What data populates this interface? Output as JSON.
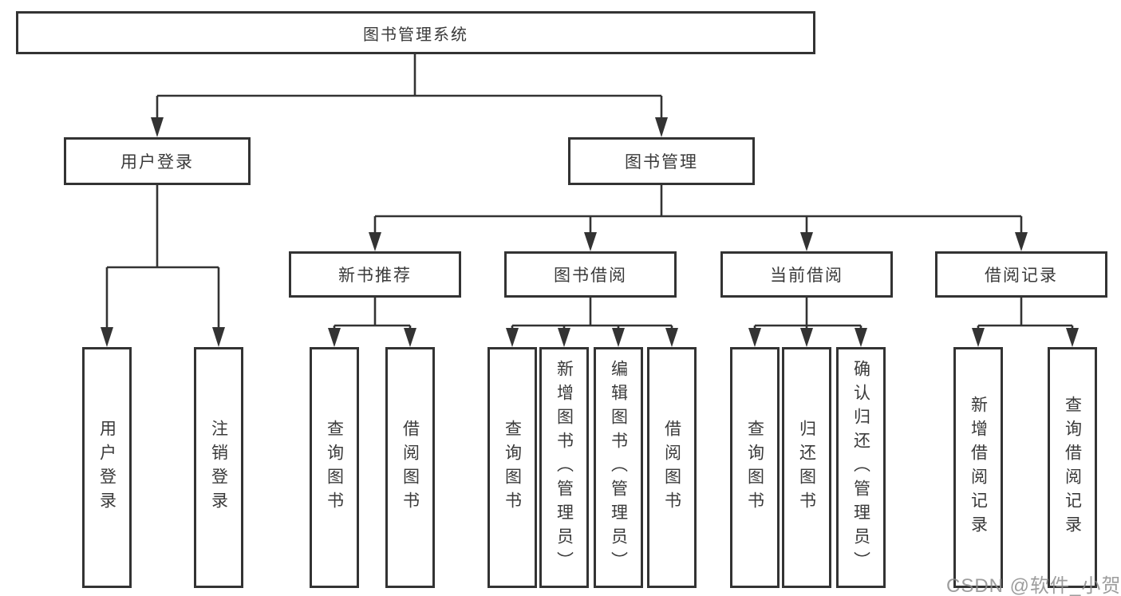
{
  "tree": {
    "label": "图书管理系统",
    "children": [
      {
        "label": "用户登录",
        "children": [
          {
            "label": "用户登录"
          },
          {
            "label": "注销登录"
          }
        ]
      },
      {
        "label": "图书管理",
        "children": [
          {
            "label": "新书推荐",
            "children": [
              {
                "label": "查询图书"
              },
              {
                "label": "借阅图书"
              }
            ]
          },
          {
            "label": "图书借阅",
            "children": [
              {
                "label": "查询图书"
              },
              {
                "label": "新增图书（管理员）"
              },
              {
                "label": "编辑图书（管理员）"
              },
              {
                "label": "借阅图书"
              }
            ]
          },
          {
            "label": "当前借阅",
            "children": [
              {
                "label": "查询图书"
              },
              {
                "label": "归还图书"
              },
              {
                "label": "确认归还（管理员）"
              }
            ]
          },
          {
            "label": "借阅记录",
            "children": [
              {
                "label": "新增借阅记录"
              },
              {
                "label": "查询借阅记录"
              }
            ]
          }
        ]
      }
    ]
  },
  "watermark": {
    "text": "CSDN @软件_小贺同学"
  },
  "colors": {
    "line": "#333333",
    "box_border": "#333333",
    "text": "#3a3a3a",
    "watermark": "#8c8c8c",
    "background": "#ffffff"
  }
}
